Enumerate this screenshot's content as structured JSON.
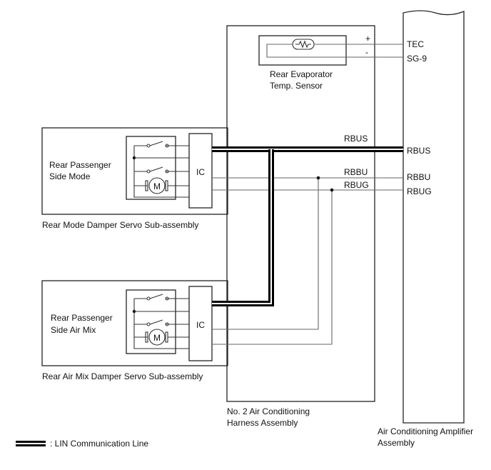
{
  "amplifier": {
    "label_line1": "Air Conditioning Amplifier",
    "label_line2": "Assembly",
    "terminals": [
      "TEC",
      "SG-9",
      "RBUS",
      "RBBU",
      "RBUG"
    ]
  },
  "harness": {
    "label_line1": "No. 2 Air Conditioning",
    "label_line2": "Harness Assembly",
    "wire_labels": [
      "RBUS",
      "RBBU",
      "RBUG"
    ]
  },
  "sensor": {
    "label_line1": "Rear Evaporator",
    "label_line2": "Temp. Sensor",
    "plus": "+",
    "minus": "-"
  },
  "mode_servo": {
    "inner_line1": "Rear Passenger",
    "inner_line2": "Side Mode",
    "ic_label": "IC",
    "motor_label": "M",
    "caption": "Rear Mode Damper Servo Sub-assembly"
  },
  "airmix_servo": {
    "inner_line1": "Rear Passenger",
    "inner_line2": "Side Air Mix",
    "ic_label": "IC",
    "motor_label": "M",
    "caption": "Rear Air Mix Damper Servo Sub-assembly"
  },
  "legend": {
    "text": ": LIN Communication Line"
  },
  "colors": {
    "lin_line": "#000000",
    "wire": "#666666",
    "outline": "#222222"
  }
}
